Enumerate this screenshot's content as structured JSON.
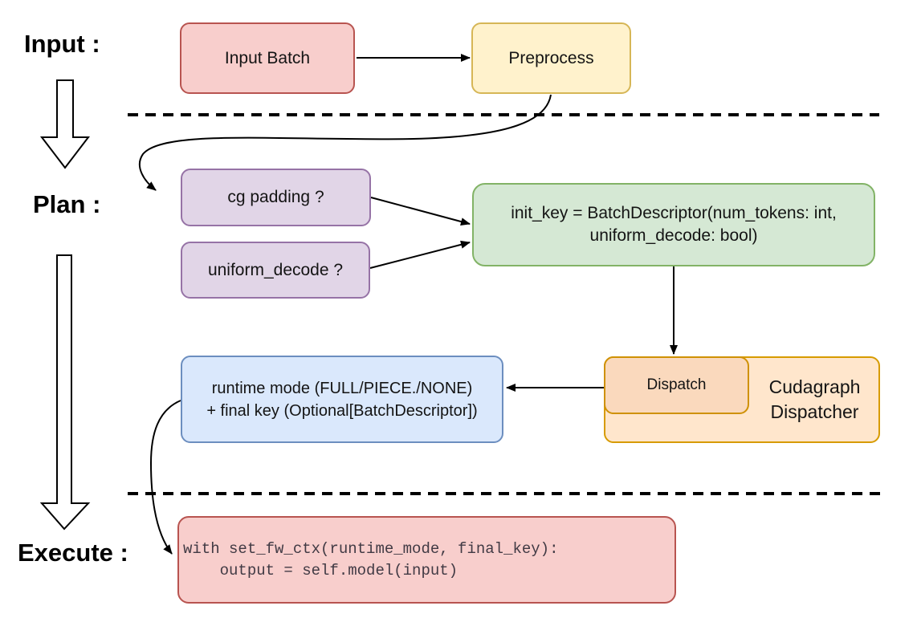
{
  "stages": {
    "input": "Input :",
    "plan": "Plan :",
    "execute": "Execute :"
  },
  "nodes": {
    "input_batch": {
      "label": "Input Batch"
    },
    "preprocess": {
      "label": "Preprocess"
    },
    "cg_padding": {
      "label": "cg padding ?"
    },
    "uniform_decode": {
      "label": "uniform_decode ?"
    },
    "init_key": {
      "line1": "init_key = BatchDescriptor(num_tokens: int,",
      "line2": "uniform_decode: bool)"
    },
    "runtime_mode": {
      "line1": "runtime mode (FULL/PIECE./NONE)",
      "line2": "+ final key (Optional[BatchDescriptor])"
    },
    "dispatch": {
      "label": "Dispatch"
    },
    "cudagraph_dispatcher": {
      "line1": "Cudagraph",
      "line2": "Dispatcher"
    },
    "execute_code": {
      "line1": "with set_fw_ctx(runtime_mode, final_key):",
      "line2": "    output = self.model(input)"
    }
  },
  "colors": {
    "red-fill": "#f8cecc",
    "red-stroke": "#b85450",
    "yellow-fill": "#fff2cc",
    "yellow-stroke": "#d6b656",
    "purple-fill": "#e1d5e7",
    "purple-stroke": "#9673a6",
    "green-fill": "#d5e8d4",
    "green-stroke": "#82b366",
    "blue-fill": "#dae8fc",
    "blue-stroke": "#6c8ebf",
    "orange-fill": "#ffe6cc",
    "orange-stroke": "#d79b00",
    "dispatch-fill": "#fad9bd",
    "dispatch-stroke": "#cf9104",
    "code-text": "#413a44",
    "connector": "#000000"
  }
}
